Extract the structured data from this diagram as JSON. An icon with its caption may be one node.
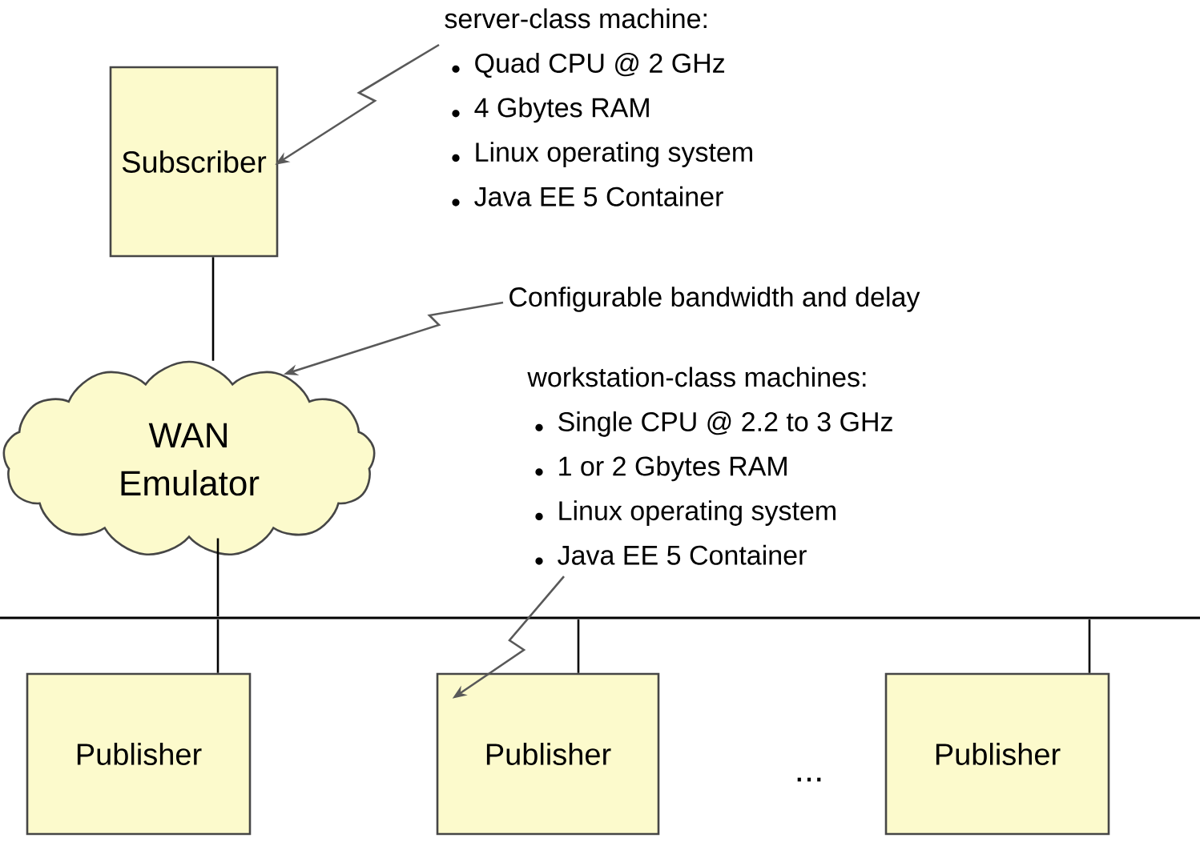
{
  "diagram": {
    "nodes": [
      {
        "text": [
          "Subscriber"
        ]
      },
      {
        "text": [
          "WAN Emulator"
        ]
      },
      {
        "text": [],
        "shape": "bar"
      },
      {
        "text": [
          "Publisher"
        ]
      },
      {
        "text": [
          "Publisher"
        ]
      },
      {
        "text": [
          "Publisher"
        ]
      },
      {
        "text": [
          "server-class machine:",
          "Quad CPU @ 2 GHz",
          "4 Gbytes RAM",
          "Linux operating system",
          "Java EE 5 Container"
        ]
      },
      {
        "text": [
          "Configurable bandwidth and delay"
        ]
      },
      {
        "text": [
          "workstation-class machines:",
          "Single CPU @ 2.2 to 3 GHz",
          "1 or 2 Gbytes RAM",
          "Linux operating system",
          "Java EE 5 Container"
        ]
      }
    ],
    "edges": [
      {
        "from": 0,
        "to": 1,
        "arrow": "none"
      },
      {
        "from": 1,
        "to": 2,
        "arrow": "none"
      },
      {
        "from": 2,
        "to": 3,
        "arrow": "none"
      },
      {
        "from": 2,
        "to": 4,
        "arrow": "none"
      },
      {
        "from": 2,
        "to": 5,
        "arrow": "none"
      },
      {
        "from": 6,
        "to": 0,
        "arrow": "to",
        "color": "#595959"
      },
      {
        "from": 7,
        "to": 1,
        "arrow": "to",
        "color": "#595959"
      },
      {
        "from": 8,
        "to": 4,
        "arrow": "to",
        "color": "#595959"
      }
    ],
    "labels": [
      "..."
    ]
  }
}
